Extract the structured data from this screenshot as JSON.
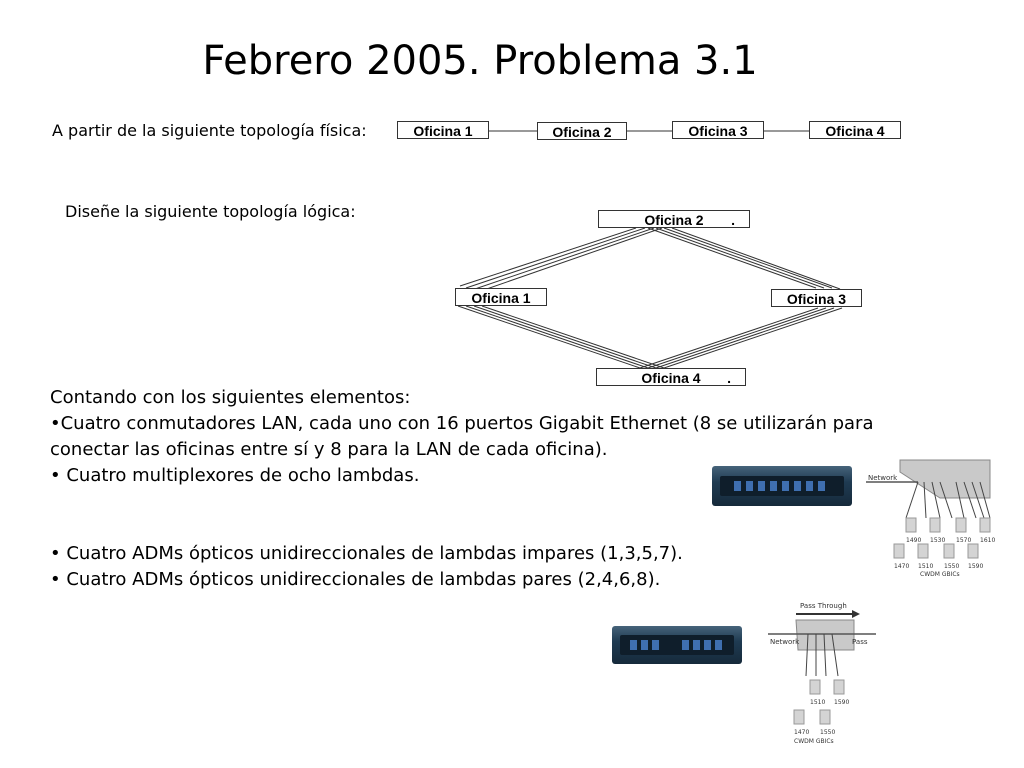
{
  "title": "Febrero 2005. Problema 3.1",
  "physical_intro": "A partir de la siguiente topología física:",
  "logical_intro": "Diseñe la siguiente topología lógica:",
  "physical_offices": [
    "Oficina 1",
    "Oficina 2",
    "Oficina 3",
    "Oficina 4"
  ],
  "logical_offices": {
    "top": "Oficina 2",
    "left": "Oficina 1",
    "right": "Oficina 3",
    "bottom": "Oficina 4",
    "marker": "."
  },
  "elements": {
    "intro": "Contando con los siguientes elementos:",
    "items": [
      "•Cuatro conmutadores LAN, cada uno con 16 puertos Gigabit Ethernet (8 se utilizarán para conectar las oficinas entre sí y 8 para la LAN de cada oficina).",
      "• Cuatro multiplexores de ocho lambdas.",
      "• Cuatro ADMs ópticos unidireccionales de lambdas impares (1,3,5,7).",
      "• Cuatro ADMs ópticos unidireccionales de lambdas pares (2,4,6,8)."
    ]
  },
  "figure_mux": {
    "network": "Network",
    "caption": "CWDM GBICs",
    "wavelengths_top": [
      "1490",
      "1530",
      "1570",
      "1610"
    ],
    "wavelengths_bottom": [
      "1470",
      "1510",
      "1550",
      "1590"
    ]
  },
  "figure_adm": {
    "pass_through": "Pass Through",
    "network": "Network",
    "pass": "Pass",
    "caption": "CWDM GBICs",
    "wavelengths_top": [
      "1510",
      "1590"
    ],
    "wavelengths_bottom": [
      "1470",
      "1550"
    ]
  },
  "colors": {
    "device_body": "#1f3b52",
    "port": "#3f6fb0",
    "line": "#333333"
  }
}
